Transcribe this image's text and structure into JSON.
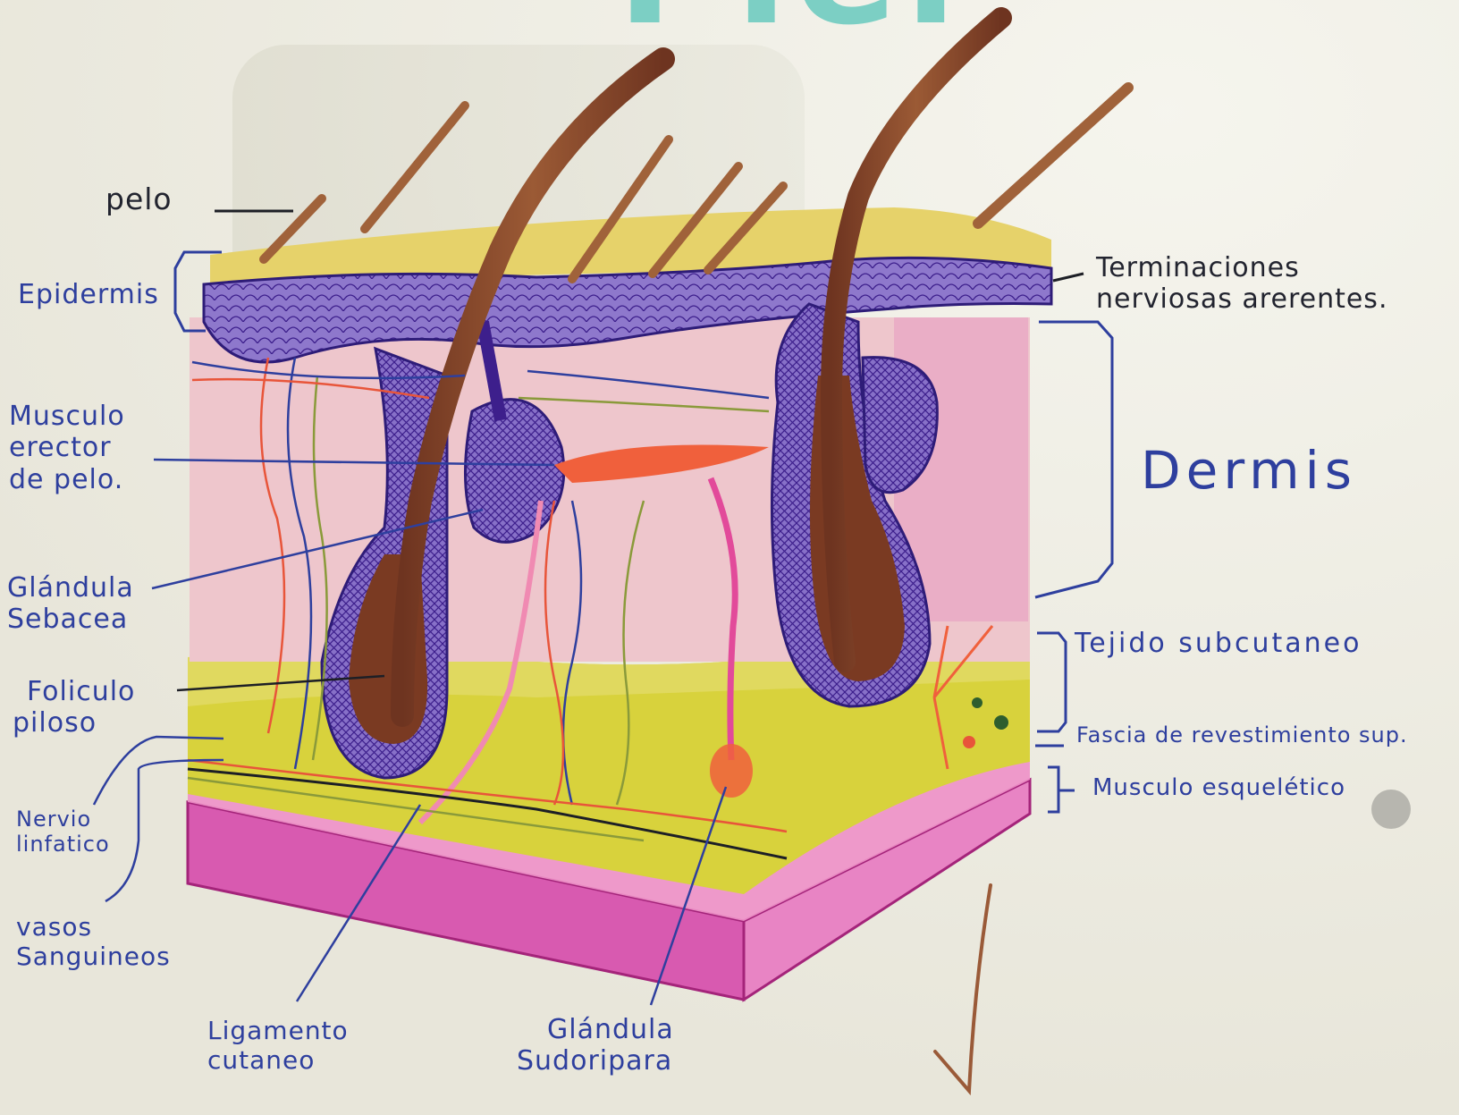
{
  "title": "Piel",
  "labels": {
    "pelo": "pelo",
    "epidermis": "Epidermis",
    "musculo_erector": [
      "Musculo",
      "erector",
      "de pelo."
    ],
    "glandula_sebacea": [
      "Glándula",
      "Sebacea"
    ],
    "foliculo_piloso": [
      "Foliculo",
      "piloso"
    ],
    "nervio_linfatico": [
      "Nervio",
      "linfatico"
    ],
    "vasos_sanguineos": [
      "vasos",
      "Sanguineos"
    ],
    "ligamento_cutaneo": [
      "Ligamento",
      "cutaneo"
    ],
    "glandula_sudoripara": [
      "Glándula",
      "Sudoripara"
    ],
    "terminaciones": [
      "Terminaciones",
      "nerviosas arerentes."
    ],
    "dermis": "Dermis",
    "tejido_subcutaneo": "Tejido subcutaneo",
    "fascia": "Fascia de revestimiento sup.",
    "musculo_esqueletico": "Musculo esquelético"
  },
  "colors": {
    "paper": "#efeee6",
    "epidermis": "#5a3aa8",
    "dermis": "#eec6cc",
    "hypodermis": "#d8d23c",
    "muscle": "#d85ab0",
    "hair": "#8a4a2a",
    "label_ink": "#2e3f9e",
    "title_ink": "#7ccfc4",
    "gland": "#f0603c"
  }
}
